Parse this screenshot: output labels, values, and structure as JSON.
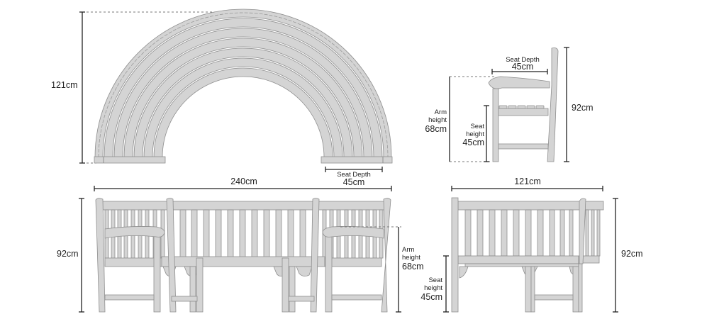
{
  "diagram": {
    "subject": "Semi-circular garden bench dimension drawing",
    "colors": {
      "wood_fill": "#d4d4d4",
      "wood_outline": "#8e8e8e",
      "dimension_line": "#222222",
      "background": "#ffffff"
    },
    "views": {
      "top_view": {
        "height_label": "121cm",
        "seat_depth_caption": "Seat Depth",
        "seat_depth_value": "45cm"
      },
      "side_profile": {
        "seat_depth_caption": "Seat Depth",
        "seat_depth_value": "45cm",
        "overall_height": "92cm",
        "arm_height_caption_1": "Arm",
        "arm_height_caption_2": "height",
        "arm_height_value": "68cm",
        "seat_height_caption_1": "Seat",
        "seat_height_caption_2": "height",
        "seat_height_value": "45cm"
      },
      "front_view": {
        "width_label": "240cm",
        "height_label": "92cm",
        "arm_height_caption_1": "Arm",
        "arm_height_caption_2": "height",
        "arm_height_value": "68cm"
      },
      "end_view": {
        "width_label": "121cm",
        "height_label": "92cm",
        "seat_height_caption_1": "Seat",
        "seat_height_caption_2": "height",
        "seat_height_value": "45cm"
      }
    }
  }
}
